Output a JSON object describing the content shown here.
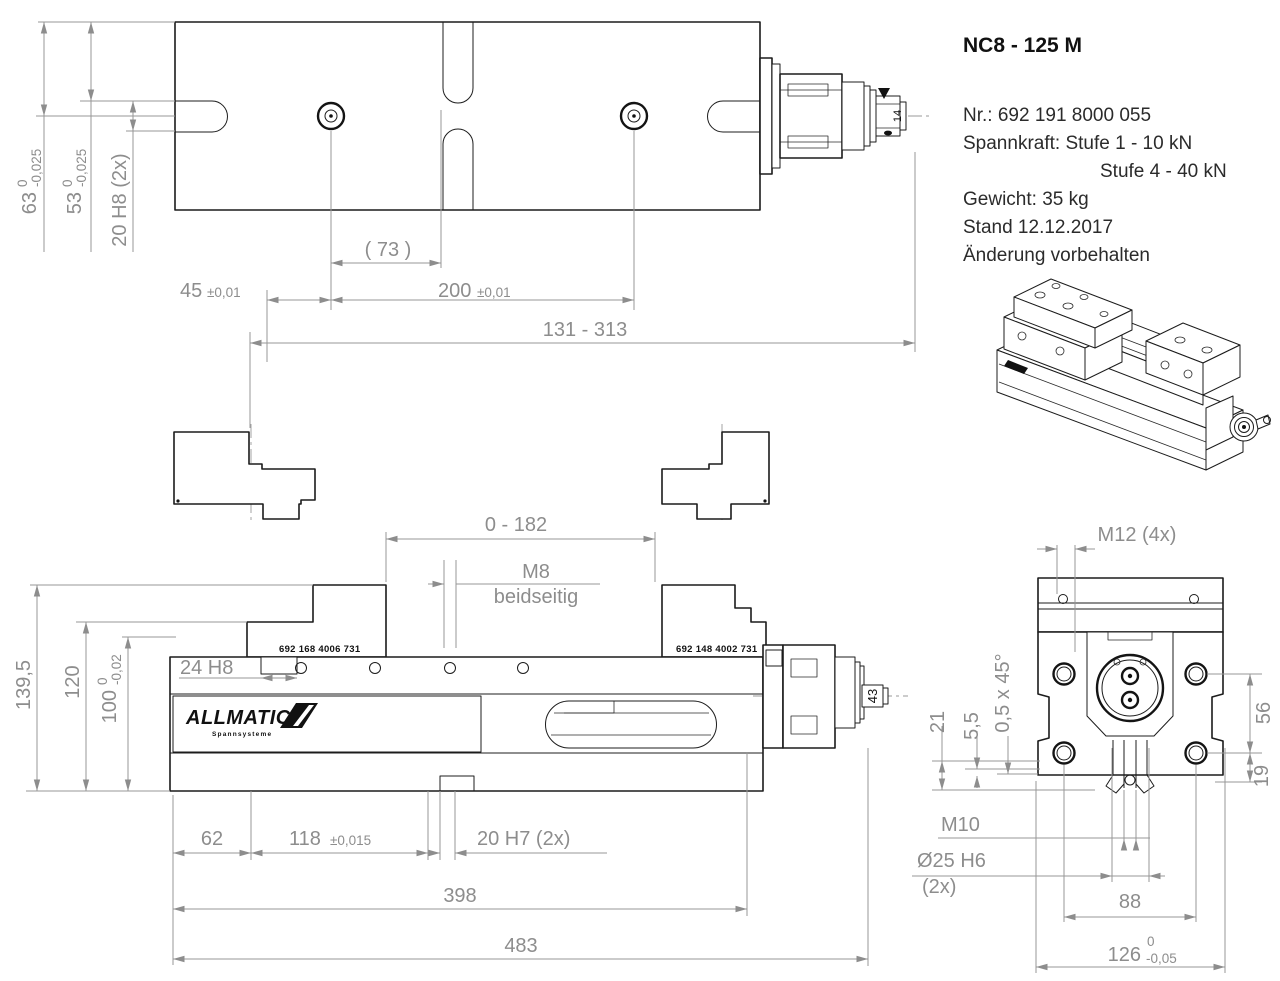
{
  "colors": {
    "outline": "#1c1c1c",
    "dim_line": "#979797",
    "dim_text": "#8d8d8d",
    "body_text": "#2b2b2b",
    "background": "#ffffff"
  },
  "title_block": {
    "model": "NC8 - 125 M",
    "part_no": "Nr.: 692 191 8000 055",
    "clamping_line1": "Spannkraft: Stufe 1 - 10 kN",
    "clamping_line2": "Stufe 4 - 40 kN",
    "weight": "Gewicht: 35 kg",
    "date": "Stand 12.12.2017",
    "notice": "Änderung vorbehalten"
  },
  "top_view": {
    "dim_63": {
      "value": "63",
      "tol_top": "0",
      "tol_bottom": "-0,025"
    },
    "dim_53": {
      "value": "53",
      "tol_top": "0",
      "tol_bottom": "-0,025"
    },
    "dim_slot": "20 H8 (2x)",
    "dim_73": "( 73 )",
    "dim_45": {
      "value": "45",
      "tol": "±0,01"
    },
    "dim_200": {
      "value": "200",
      "tol": "±0,01"
    },
    "dim_range": "131 - 313",
    "hex_size": "14"
  },
  "side_view": {
    "dim_travel": "0 - 182",
    "thread_label": "M8",
    "thread_sub": "beidseitig",
    "jaw_left_part_no": "692 168 4006 731",
    "jaw_right_part_no": "692 148 4002 731",
    "dim_24": "24 H8",
    "dim_139": "139,5",
    "dim_120": "120",
    "dim_100": {
      "value": "100",
      "tol_top": "0",
      "tol_bottom": "-0,02"
    },
    "dim_62": "62",
    "dim_118": {
      "value": "118",
      "tol": "±0,015"
    },
    "dim_20h7": "20 H7 (2x)",
    "dim_398": "398",
    "dim_483": "483",
    "hex_size": "43",
    "logo_text": "ALLMATIC",
    "logo_sub": "Spannsysteme"
  },
  "end_view": {
    "dim_m12": "M12 (4x)",
    "dim_21": "21",
    "dim_55": "5,5",
    "dim_chamfer": "0,5 x 45°",
    "dim_56": "56",
    "dim_19": "19",
    "dim_m10": "M10",
    "dim_25": "Ø25 H6",
    "dim_25_qty": "(2x)",
    "dim_88": "88",
    "dim_126": {
      "value": "126",
      "tol_top": "0",
      "tol_bottom": "-0,05"
    }
  }
}
